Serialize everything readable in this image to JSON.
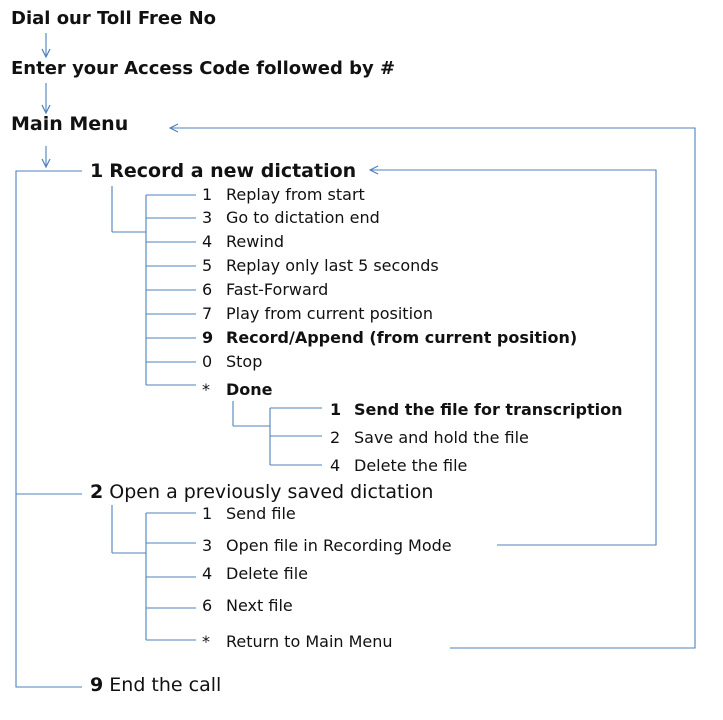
{
  "steps": {
    "dial": "Dial our Toll Free No",
    "access": "Enter your Access Code followed by #",
    "main_menu": "Main Menu"
  },
  "menu": {
    "record": {
      "key": "1",
      "label": "Record a new dictation",
      "options": [
        {
          "key": "1",
          "label": "Replay from start"
        },
        {
          "key": "3",
          "label": "Go to dictation end"
        },
        {
          "key": "4",
          "label": "Rewind"
        },
        {
          "key": "5",
          "label": "Replay only last 5 seconds"
        },
        {
          "key": "6",
          "label": "Fast-Forward"
        },
        {
          "key": "7",
          "label": "Play from current position"
        },
        {
          "key": "9",
          "label": "Record/Append (from current position)"
        },
        {
          "key": "0",
          "label": "Stop"
        },
        {
          "key": "*",
          "label": "Done"
        }
      ],
      "done_options": [
        {
          "key": "1",
          "label": "Send the file for transcription"
        },
        {
          "key": "2",
          "label": "Save and hold the file"
        },
        {
          "key": "4",
          "label": "Delete the file"
        }
      ]
    },
    "open": {
      "key": "2",
      "label": "Open a previously saved dictation",
      "options": [
        {
          "key": "1",
          "label": "Send file"
        },
        {
          "key": "3",
          "label": "Open file in Recording Mode"
        },
        {
          "key": "4",
          "label": "Delete file"
        },
        {
          "key": "6",
          "label": "Next file"
        },
        {
          "key": "*",
          "label": "Return to Main Menu"
        }
      ]
    },
    "end": {
      "key": "9",
      "label": "End the call"
    }
  },
  "colors": {
    "connector": "#4f81bd",
    "text": "#111111"
  }
}
